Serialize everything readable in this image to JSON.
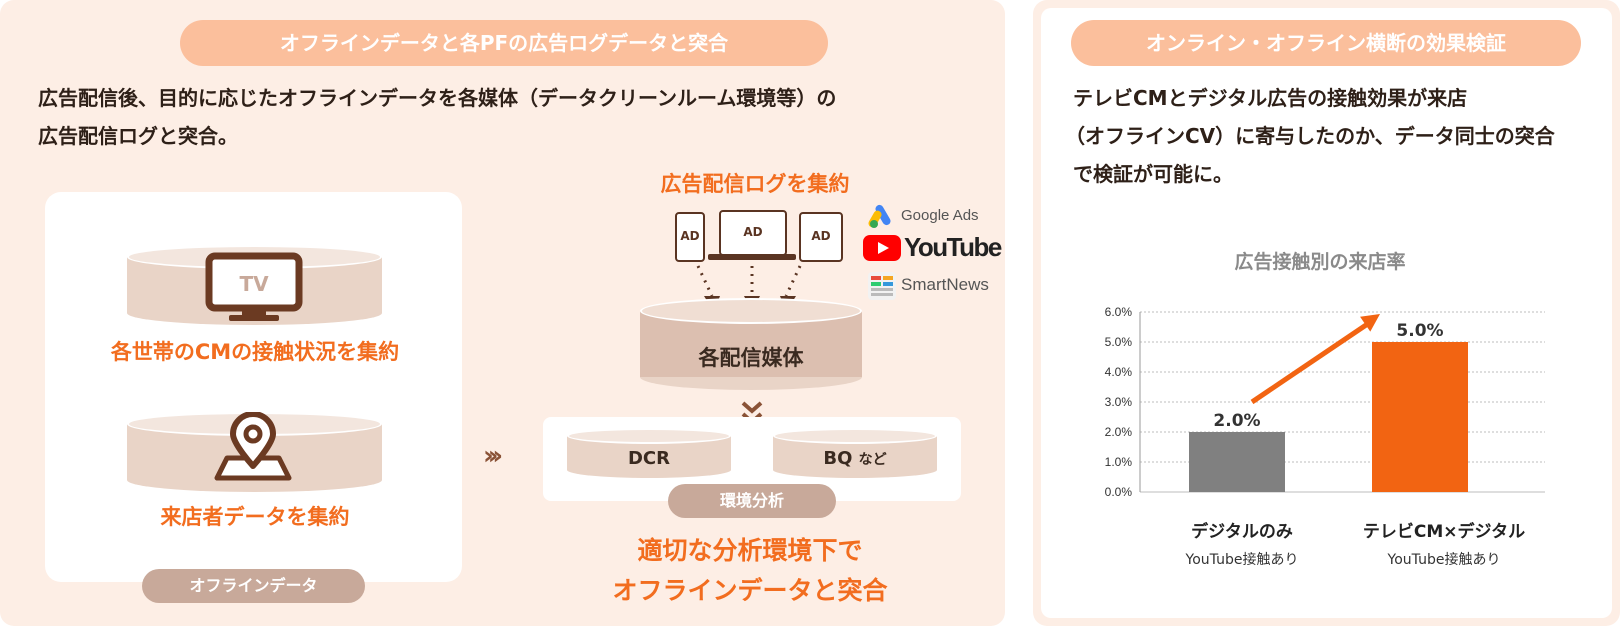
{
  "left_panel": {
    "title": "オフラインデータと各PFの広告ログデータと突合",
    "lead_line1": "広告配信後、目的に応じたオフラインデータを各媒体（データクリーンルーム環境等）の",
    "lead_line2": "広告配信ログと突合。",
    "offline_card": {
      "tv_icon_text": "TV",
      "cm_label": "各世帯のCMの接触状況を集約",
      "visit_label": "来店者データを集約",
      "tag": "オフラインデータ"
    },
    "ad_log_title": "広告配信ログを集約",
    "devices": [
      "AD",
      "AD",
      "AD"
    ],
    "logos": {
      "google_ads": "Google Ads",
      "youtube": "YouTube",
      "smartnews": "SmartNews"
    },
    "media_db_label": "各配信媒体",
    "env": {
      "dcr": "DCR",
      "bq_main": "BQ",
      "bq_suffix": "など",
      "tag": "環境分析"
    },
    "conclusion_line1": "適切な分析環境下で",
    "conclusion_line2": "オフラインデータと突合"
  },
  "right_panel": {
    "title": "オンライン・オフライン横断の効果検証",
    "lead_line1": "テレビCMとデジタル広告の接触効果が来店",
    "lead_line2": "（オフラインCV）に寄与したのか、データ同士の突合",
    "lead_line3": "で検証が可能に。"
  },
  "chart_data": {
    "type": "bar",
    "title": "広告接触別の来店率",
    "categories": [
      "デジタルのみ",
      "テレビCM×デジタル"
    ],
    "category_subs": [
      "YouTube接触あり",
      "YouTube接触あり"
    ],
    "values": [
      2.0,
      5.0
    ],
    "value_labels": [
      "2.0%",
      "5.0%"
    ],
    "colors": [
      "#808080",
      "#f26412"
    ],
    "ylim": [
      0,
      6.0
    ],
    "yticks": [
      "0.0%",
      "1.0%",
      "2.0%",
      "3.0%",
      "4.0%",
      "5.0%",
      "6.0%"
    ],
    "grid": true,
    "arrow_color": "#f26412"
  }
}
